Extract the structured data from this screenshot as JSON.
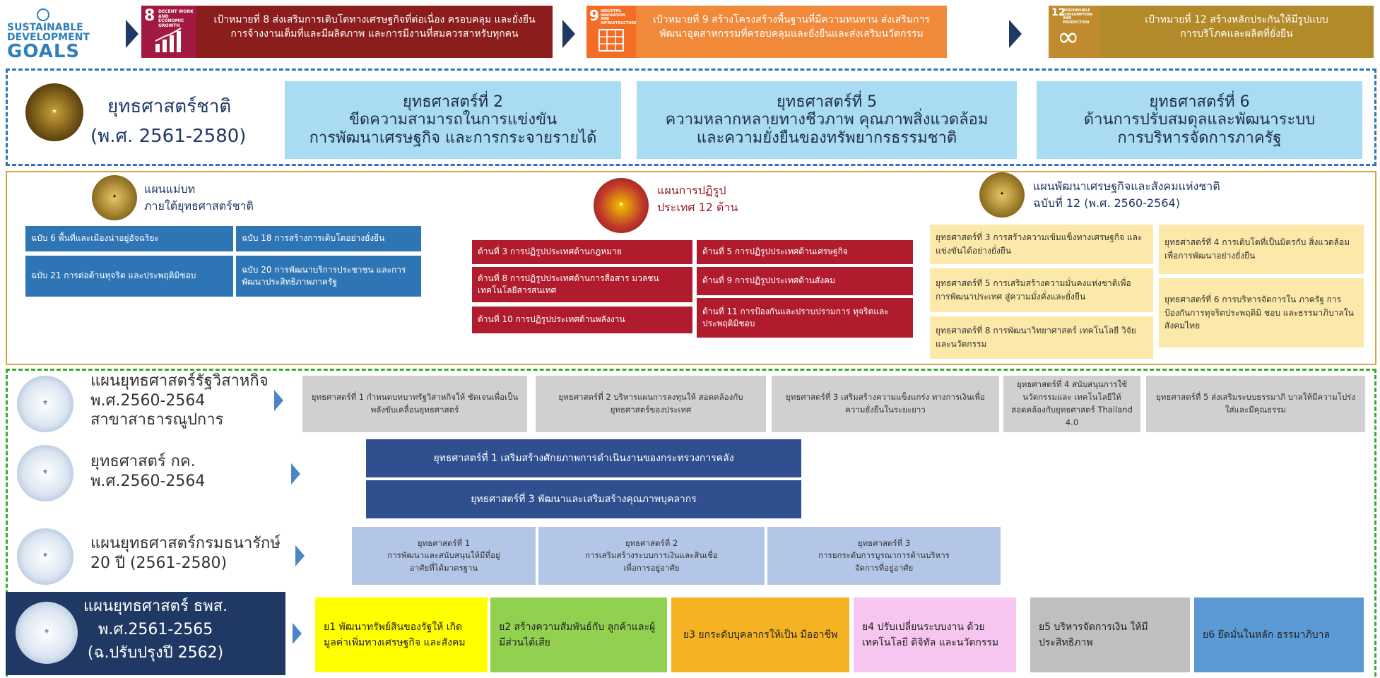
{
  "sdg": {
    "logo_lines": [
      "SUSTAINABLE",
      "DEVELOPMENT",
      "GOALS"
    ],
    "goal8": {
      "icon_number": "8",
      "icon_caption": "DECENT WORK AND ECONOMIC GROWTH",
      "text_line1": "เป้าหมายที่ 8 ส่งเสริมการเติบโตทางเศรษฐกิจที่ต่อเนื่อง ครอบคลุม และยั่งยืน",
      "text_line2": "การจ้างงานเต็มที่และมีผลิตภาพ และการมีงานที่สมควรสาหรับทุกคน",
      "color": "#8b1d1d"
    },
    "goal9": {
      "icon_number": "9",
      "icon_caption": "INDUSTRY, INNOVATION AND INFRASTRUCTURE",
      "text_line1": "เป้าหมายที่ 9 สร้างโครงสร้างพื้นฐานที่มีความทนทาน ส่งเสริมการ",
      "text_line2": "พัฒนาอุตสาหกรรมที่ครอบคลุมและยั่งยืนและส่งเสริมนวัตกรรม",
      "color": "#f08a3a"
    },
    "goal12": {
      "icon_number": "12",
      "icon_caption": "RESPONSIBLE CONSUMPTION AND PRODUCTION",
      "icon_symbol": "∞",
      "text_line1": "เป้าหมายที่ 12 สร้างหลักประกันให้มีรูปแบบ",
      "text_line2": "การบริโภคและผลิตที่ยั่งยืน",
      "color": "#b38a2a"
    }
  },
  "national_strategy": {
    "title": "ยุทธศาสตร์ชาติ",
    "period": "(พ.ศ. 2561-2580)",
    "strategies": [
      {
        "line1": "ยุทธศาสตร์ที่ 2",
        "line2": "ขีดความสามารถในการแข่งขัน",
        "line3": "การพัฒนาเศรษฐกิจ และการกระจายรายได้"
      },
      {
        "line1": "ยุทธศาสตร์ที่ 5",
        "line2": "ความหลากหลายทางชีวภาพ คุณภาพสิ่งแวดล้อม",
        "line3": "และความยั่งยืนของทรัพยากรธรรมชาติ"
      },
      {
        "line1": "ยุทธศาสตร์ที่ 6",
        "line2": "ด้านการปรับสมดุลและพัฒนาระบบ",
        "line3": "การบริหารจัดการภาครัฐ"
      }
    ]
  },
  "plans": {
    "master_plan": {
      "title_line1": "แผนแม่บท",
      "title_line2": "ภายใต้ยุทธศาสตร์ชาติ",
      "items": [
        "ฉบับ 6 พื้นที่และเมืองน่าอยู่อัจฉริยะ",
        "ฉบับ 18 การสร้างการเติบโตอย่างยั่งยืน",
        "ฉบับ 21 การต่อต้านทุจริต และประพฤติมิชอบ",
        "ฉบับ 20 การพัฒนาบริการประชาชน และการพัฒนาประสิทธิภาพภาครัฐ"
      ]
    },
    "reform_plan": {
      "title_line1": "แผนการปฏิรูป",
      "title_line2": "ประเทศ 12 ด้าน",
      "items": [
        "ด้านที่ 3 การปฏิรูปประเทศด้านกฎหมาย",
        "ด้านที่ 5 การปฏิรูปประเทศด้านเศรษฐกิจ",
        "ด้านที่ 8 การปฏิรูปประเทศด้านการสื่อสาร มวลชนเทคโนโลยีสารสนเทศ",
        "ด้านที่ 9 การปฏิรูปประเทศด้านสังคม",
        "ด้านที่ 10 การปฏิรูปประเทศด้านพลังงาน",
        "ด้านที่ 11 การป้องกันและปราบปรามการ ทุจริตและประพฤติมิชอบ"
      ]
    },
    "economic_plan": {
      "title_line1": "แผนพัฒนาเศรษฐกิจและสังคมแห่งชาติ",
      "title_line2": "ฉบับที่ 12 (พ.ศ. 2560-2564)",
      "items": [
        "ยุทธศาสตร์ที่ 3 การสร้างความเข้มแข็งทางเศรษฐกิจ และแข่งขันได้อย่างยั่งยืน",
        "ยุทธศาสตร์ที่ 4 การเติบโตที่เป็นมิตรกับ สิ่งแวดล้อมเพื่อการพัฒนาอย่างยั่งยืน",
        "ยุทธศาสตร์ที่ 5 การเสริมสร้างความมั่นคงแห่งชาติเพื่อ การพัฒนาประเทศ สู่ความมั่งคั่งและยั่งยืน",
        "ยุทธศาสตร์ที่ 6 การบริหารจัดการใน ภาครัฐ การป้องกันการทุจริตประพฤติมิ ชอบ และธรรมาภิบาลในสังคมไทย",
        "ยุทธศาสตร์ที่ 8 การพัฒนาวิทยาศาสตร์ เทคโนโลยี วิจัย และนวัตกรรม"
      ]
    }
  },
  "sectoral": {
    "soe_plan": {
      "label_line1": "แผนยุทธศาสตร์รัฐวิสาหกิจ",
      "label_line2": "พ.ศ.2560-2564",
      "label_line3": "สาขาสาธารณูปการ",
      "items": [
        "ยุทธศาสตร์ที่ 1 กำหนดบทบาทรัฐวิสาหกิจให้ ชัดเจนเพื่อเป็นพลังขับเคลื่อนยุทธศาสตร์",
        "ยุทธศาสตร์ที่ 2 บริหารแผนการลงทุนให้ สอดคล้องกับยุทธศาสตร์ของประเทศ",
        "ยุทธศาสตร์ที่ 3 เสริมสร้างความแข็งแกร่ง ทางการเงินเพื่อความยั่งยืนในระยะยาว",
        "ยุทธศาสตร์ที่ 4 สนับสนุนการใช้นวัตกรรมและ เทคโนโลยีให้สอดคล้องกับยุทธศาสตร์ Thailand 4.0",
        "ยุทธศาสตร์ที่ 5 ส่งเสริมระบบธรรมาภิ บาลให้มีความโปร่งใส่และมีคุณธรรม"
      ]
    },
    "mof_plan": {
      "label_line1": "ยุทธศาสตร์ กค.",
      "label_line2": "พ.ศ.2560-2564",
      "items": [
        "ยุทธศาสตร์ที่ 1 เสริมสร้างศักยภาพการดำเนินงานของกระทรวงการคลัง",
        "ยุทธศาสตร์ที่ 3 พัฒนาและเสริมสร้างคุณภาพบุคลากร"
      ]
    },
    "treasury_plan": {
      "label_line1": "แผนยุทธศาสตร์กรมธนารักษ์",
      "label_line2": "20 ปี (2561-2580)",
      "items": [
        {
          "line1": "ยุทธศาสตร์ที่ 1",
          "line2": "การพัฒนาและสนับสนุนให้มีที่อยู่",
          "line3": "อาศัยที่ได้มาตรฐาน"
        },
        {
          "line1": "ยุทธศาสตร์ที่ 2",
          "line2": "การเสริมสร้างระบบการเงินและสินเชื่อ",
          "line3": "เพื่อการอยู่อาศัย"
        },
        {
          "line1": "ยุทธศาสตร์ที่ 3",
          "line2": "การยกระดับการบูรณาการด้านบริหาร",
          "line3": "จัดการที่อยู่อาศัย"
        }
      ]
    },
    "thps_plan": {
      "label_line1": "แผนยุทธศาสตร์ ธพส.",
      "label_line2": "พ.ศ.2561-2565",
      "label_line3": "(ฉ.ปรับปรุงปี 2562)",
      "items": [
        {
          "text": "ย1 พัฒนาทรัพย์สินของรัฐให้ เกิดมูลค่าเพิ่มทางเศรษฐกิจ และสังคม",
          "color": "#ffff00"
        },
        {
          "text": "ย2 สร้างความสัมพันธ์กับ ลูกค้าและผู้มีส่วนได้เสีย",
          "color": "#92d050"
        },
        {
          "text": "ย3 ยกระดับบุคลากรให้เป็น มืออาชีพ",
          "color": "#f5b324"
        },
        {
          "text": "ย4 ปรับเปลี่ยนระบบงาน ด้วย เทคโนโลยี ดิจิทัล และนวัตกรรม",
          "color": "#f7c6f0"
        },
        {
          "text": "ย5 บริหารจัดการเงิน ให้มีประสิทธิภาพ",
          "color": "#bfbfbf"
        },
        {
          "text": "ย6 ยึดมั่นในหลัก ธรรมาภิบาล",
          "color": "#5b9bd5"
        }
      ]
    }
  }
}
